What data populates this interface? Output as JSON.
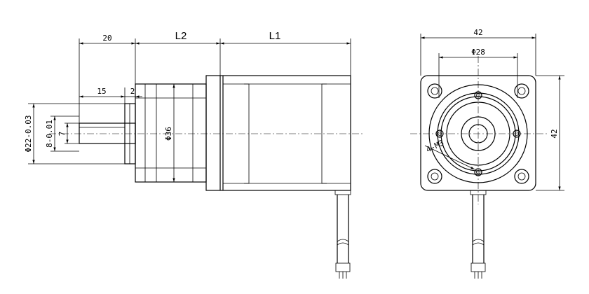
{
  "dimensions": {
    "shaft_len": "20",
    "l2": "L2",
    "l1": "L1",
    "flat_len": "15",
    "boss": "2",
    "shaft_dia": "Φ22-0.03",
    "hole_dia": "8-0.01",
    "flat": "7",
    "gear_dia": "Φ36",
    "frame_w": "42",
    "pilot_dia": "Φ28",
    "frame_h": "42",
    "tap": "4-M3"
  }
}
